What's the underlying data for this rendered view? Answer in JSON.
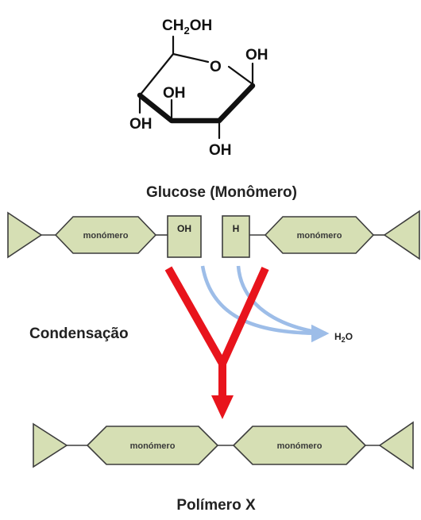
{
  "glucose": {
    "ch2oh_prefix": "CH",
    "ch2oh_sub": "2",
    "ch2oh_suffix": "OH",
    "ring_o": "O",
    "oh_c1": "OH",
    "oh_c2": "OH",
    "oh_c3": "OH",
    "oh_c4": "OH",
    "caption": "Glucose (Monômero)"
  },
  "reaction": {
    "monomer_left": "monómero",
    "monomer_right": "monómero",
    "oh_group": "OH",
    "h_group": "H",
    "process_label": "Condensação",
    "water_prefix": "H",
    "water_sub": "2",
    "water_suffix": "O"
  },
  "polymer": {
    "monomer_1": "monómero",
    "monomer_2": "monómero",
    "caption": "Polímero X"
  },
  "colors": {
    "monomer_fill": "#d6dfb4",
    "outline": "#3d3d3d",
    "reaction_arrow": "#e8141c",
    "water_arrow": "#9dbde8"
  }
}
